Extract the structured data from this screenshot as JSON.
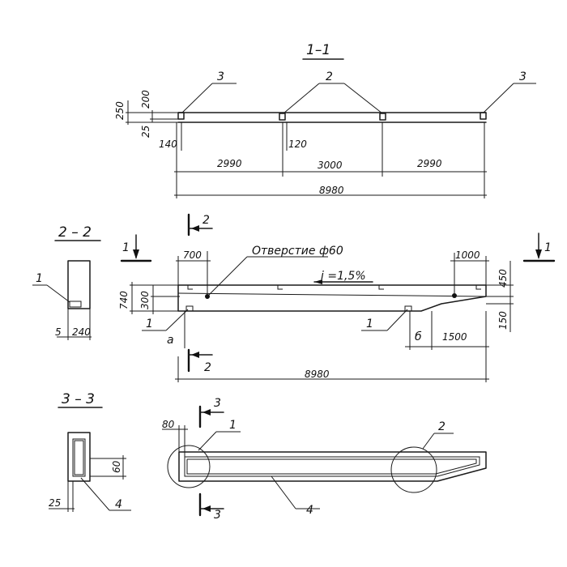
{
  "views": {
    "view_1_1": {
      "title": "1–1",
      "callouts": {
        "left": "3",
        "middle": "2",
        "right": "3"
      },
      "dims": {
        "height_total": "250",
        "height_upper": "200",
        "height_lower": "25",
        "offset_left": "140",
        "slot": "120",
        "span_1": "2990",
        "span_2": "3000",
        "span_3": "2990",
        "overall": "8980"
      }
    },
    "section_2_2": {
      "title": "2 – 2",
      "callout": "1",
      "dim_left": "5",
      "dim_width": "240"
    },
    "elevation": {
      "section_mark_top": "2",
      "section_mark_bottom": "2",
      "cut_left": "1",
      "cut_right": "1",
      "hole_label": "Отверстие ф60",
      "slope_label": "i =1,5%",
      "dims": {
        "top_left": "700",
        "top_right": "1000",
        "height_left": "740",
        "inner_left": "300",
        "height_right_top": "450",
        "height_right_bottom": "150",
        "offset_a": "а",
        "offset_b": "б",
        "taper": "1500",
        "overall": "8980"
      },
      "callouts": {
        "left": "1",
        "right": "1"
      }
    },
    "section_3_3": {
      "title": "3 – 3",
      "dim_inner": "60",
      "dim_side": "25",
      "callout": "4"
    },
    "plan": {
      "section_mark_top": "3",
      "section_mark_bottom": "3",
      "dim_top": "80",
      "callouts": {
        "detail_left": "1",
        "detail_right": "2",
        "bar": "4"
      }
    }
  }
}
